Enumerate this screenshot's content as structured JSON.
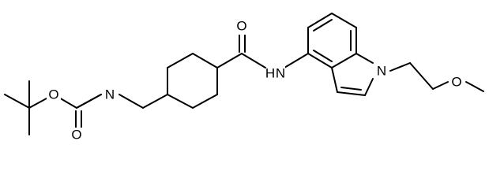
{
  "diagram": {
    "type": "skeletal-structure",
    "bond_color": "#000000",
    "background_color": "#ffffff",
    "atom_labels": {
      "carbamate_ester_oxygen": "O",
      "carbamate_carbonyl_oxygen": "O",
      "carbamate_nitrogen": "N",
      "amide_carbonyl_oxygen": "O",
      "amide_nitrogen": "N",
      "amide_hydrogen": "H",
      "indole_nitrogen": "N",
      "ether_oxygen": "O"
    }
  }
}
